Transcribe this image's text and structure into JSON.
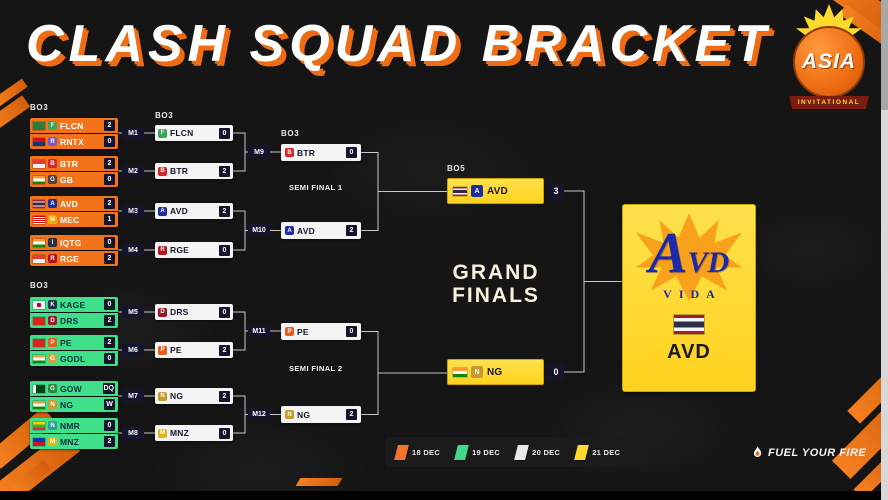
{
  "header": {
    "title": "CLASH SQUAD BRACKET",
    "logo": {
      "top": "ASIA",
      "bottom": "INVITATIONAL"
    }
  },
  "labels": {
    "bo3_r1_top": "BO3",
    "bo3_r1_bottom": "BO3",
    "bo3_r2": "BO3",
    "bo3_sf": "BO3",
    "bo5_gf": "BO5",
    "semi_final_1": "SEMI FINAL 1",
    "semi_final_2": "SEMI FINAL 2",
    "grand_finals_line1": "GRAND",
    "grand_finals_line2": "FINALS"
  },
  "round1": {
    "matches": [
      {
        "id": "M1",
        "teams": [
          {
            "name": "FLCN",
            "score": "2",
            "flag": "#2d7d3a",
            "logo_color": "#3aa655",
            "logo_letter": "F"
          },
          {
            "name": "RNTX",
            "score": "0",
            "flag": "linear-gradient(180deg,#cf1020 50%,#13357a 50%)",
            "logo_color": "#7b57c9",
            "logo_letter": "R"
          }
        ]
      },
      {
        "id": "M2",
        "teams": [
          {
            "name": "BTR",
            "score": "2",
            "flag": "linear-gradient(180deg,#e03c31 50%,#f2f2f2 50%)",
            "logo_color": "#d62828",
            "logo_letter": "B"
          },
          {
            "name": "GB",
            "score": "0",
            "flag": "linear-gradient(180deg,#ff9933 33%,#ffffff 33%,#ffffff 66%,#138808 66%)",
            "logo_color": "#444444",
            "logo_letter": "G"
          }
        ]
      },
      {
        "id": "M3",
        "teams": [
          {
            "name": "AVD",
            "score": "2",
            "flag": "linear-gradient(180deg,#a51931 16%,#f4f5f8 16%,#f4f5f8 33%,#2d2a4a 33%,#2d2a4a 67%,#f4f5f8 67%,#f4f5f8 84%,#a51931 84%)",
            "logo_color": "#1d2fa0",
            "logo_letter": "A"
          },
          {
            "name": "MEC",
            "score": "1",
            "flag": "repeating-linear-gradient(180deg,#cc0001 0,#cc0001 1px,#ffffff 1px,#ffffff 2px)",
            "logo_color": "#f2a900",
            "logo_letter": "M"
          }
        ]
      },
      {
        "id": "M4",
        "teams": [
          {
            "name": "IQTG",
            "score": "0",
            "flag": "linear-gradient(180deg,#ff9933 33%,#ffffff 33%,#ffffff 66%,#138808 66%)",
            "logo_color": "#26323f",
            "logo_letter": "I"
          },
          {
            "name": "RGE",
            "score": "2",
            "flag": "linear-gradient(180deg,#e03c31 50%,#f2f2f2 50%)",
            "logo_color": "#b5121b",
            "logo_letter": "R"
          }
        ]
      },
      {
        "id": "M5",
        "teams": [
          {
            "name": "KAGE",
            "score": "0",
            "flag": "radial-gradient(circle at 50% 50%,#bc002d 30%,#f2f2f2 32%)",
            "logo_color": "#20304d",
            "logo_letter": "K"
          },
          {
            "name": "DRS",
            "score": "2",
            "flag": "#da251d",
            "logo_color": "#a01622",
            "logo_letter": "D"
          }
        ]
      },
      {
        "id": "M6",
        "teams": [
          {
            "name": "PE",
            "score": "2",
            "flag": "#da251d",
            "logo_color": "#e85d1f",
            "logo_letter": "P"
          },
          {
            "name": "GODL",
            "score": "0",
            "flag": "linear-gradient(180deg,#ff9933 33%,#ffffff 33%,#ffffff 66%,#138808 66%)",
            "logo_color": "#caa53d",
            "logo_letter": "G"
          }
        ]
      },
      {
        "id": "M7",
        "teams": [
          {
            "name": "GOW",
            "score": "DQ",
            "flag": "linear-gradient(90deg,#ffffff 25%,#01411c 25%)",
            "logo_color": "#2e8b46",
            "logo_letter": "G"
          },
          {
            "name": "NG",
            "score": "W",
            "flag": "linear-gradient(180deg,#ff9933 33%,#ffffff 33%,#ffffff 66%,#138808 66%)",
            "logo_color": "#c79a2e",
            "logo_letter": "N"
          }
        ]
      },
      {
        "id": "M8",
        "teams": [
          {
            "name": "NMR",
            "score": "0",
            "flag": "linear-gradient(180deg,#fecb00 33%,#34b233 33%,#34b233 66%,#ea2839 66%)",
            "logo_color": "#2aa198",
            "logo_letter": "N"
          },
          {
            "name": "MNZ",
            "score": "2",
            "flag": "linear-gradient(180deg,#0038a8 50%,#ce1126 50%)",
            "logo_color": "#e7b416",
            "logo_letter": "M"
          }
        ]
      }
    ]
  },
  "round2": {
    "labels": [
      "M9",
      "M10",
      "M11",
      "M12"
    ],
    "cards": [
      {
        "name": "FLCN",
        "score": "0",
        "logo_color": "#3aa655",
        "logo_letter": "F"
      },
      {
        "name": "BTR",
        "score": "2",
        "logo_color": "#d62828",
        "logo_letter": "B"
      },
      {
        "name": "AVD",
        "score": "2",
        "logo_color": "#1d2fa0",
        "logo_letter": "A"
      },
      {
        "name": "RGE",
        "score": "0",
        "logo_color": "#b5121b",
        "logo_letter": "R"
      },
      {
        "name": "DRS",
        "score": "0",
        "logo_color": "#a01622",
        "logo_letter": "D"
      },
      {
        "name": "PE",
        "score": "2",
        "logo_color": "#e85d1f",
        "logo_letter": "P"
      },
      {
        "name": "NG",
        "score": "2",
        "logo_color": "#c79a2e",
        "logo_letter": "N"
      },
      {
        "name": "MNZ",
        "score": "0",
        "logo_color": "#e7b416",
        "logo_letter": "M"
      }
    ]
  },
  "semifinals": {
    "cards": [
      {
        "name": "BTR",
        "score": "0",
        "logo_color": "#d62828",
        "logo_letter": "B"
      },
      {
        "name": "AVD",
        "score": "2",
        "logo_color": "#1d2fa0",
        "logo_letter": "A"
      },
      {
        "name": "PE",
        "score": "0",
        "logo_color": "#e85d1f",
        "logo_letter": "P"
      },
      {
        "name": "NG",
        "score": "2",
        "logo_color": "#c79a2e",
        "logo_letter": "N"
      }
    ]
  },
  "finals": {
    "cards": [
      {
        "name": "AVD",
        "score": "3",
        "flag": "linear-gradient(180deg,#a51931 16%,#f4f5f8 16%,#f4f5f8 33%,#2d2a4a 33%,#2d2a4a 67%,#f4f5f8 67%,#f4f5f8 84%,#a51931 84%)",
        "logo_color": "#1d2fa0",
        "logo_letter": "A"
      },
      {
        "name": "NG",
        "score": "0",
        "flag": "linear-gradient(180deg,#ff9933 33%,#ffffff 33%,#ffffff 66%,#138808 66%)",
        "logo_color": "#c79a2e",
        "logo_letter": "N"
      }
    ]
  },
  "champion": {
    "logo_main": "AVD",
    "logo_sub": "VIDA",
    "name": "AVD",
    "flag": "linear-gradient(180deg,#a51931 16%,#f4f5f8 16%,#f4f5f8 33%,#2d2a4a 33%,#2d2a4a 67%,#f4f5f8 67%,#f4f5f8 84%,#a51931 84%)"
  },
  "legend": [
    {
      "label": "18 DEC",
      "color": "#f4742b"
    },
    {
      "label": "19 DEC",
      "color": "#3fd98c"
    },
    {
      "label": "20 DEC",
      "color": "#e8e8e8"
    },
    {
      "label": "21 DEC",
      "color": "#ffd92b"
    }
  ],
  "footer": {
    "slogan": "FUEL YOUR FIRE"
  }
}
